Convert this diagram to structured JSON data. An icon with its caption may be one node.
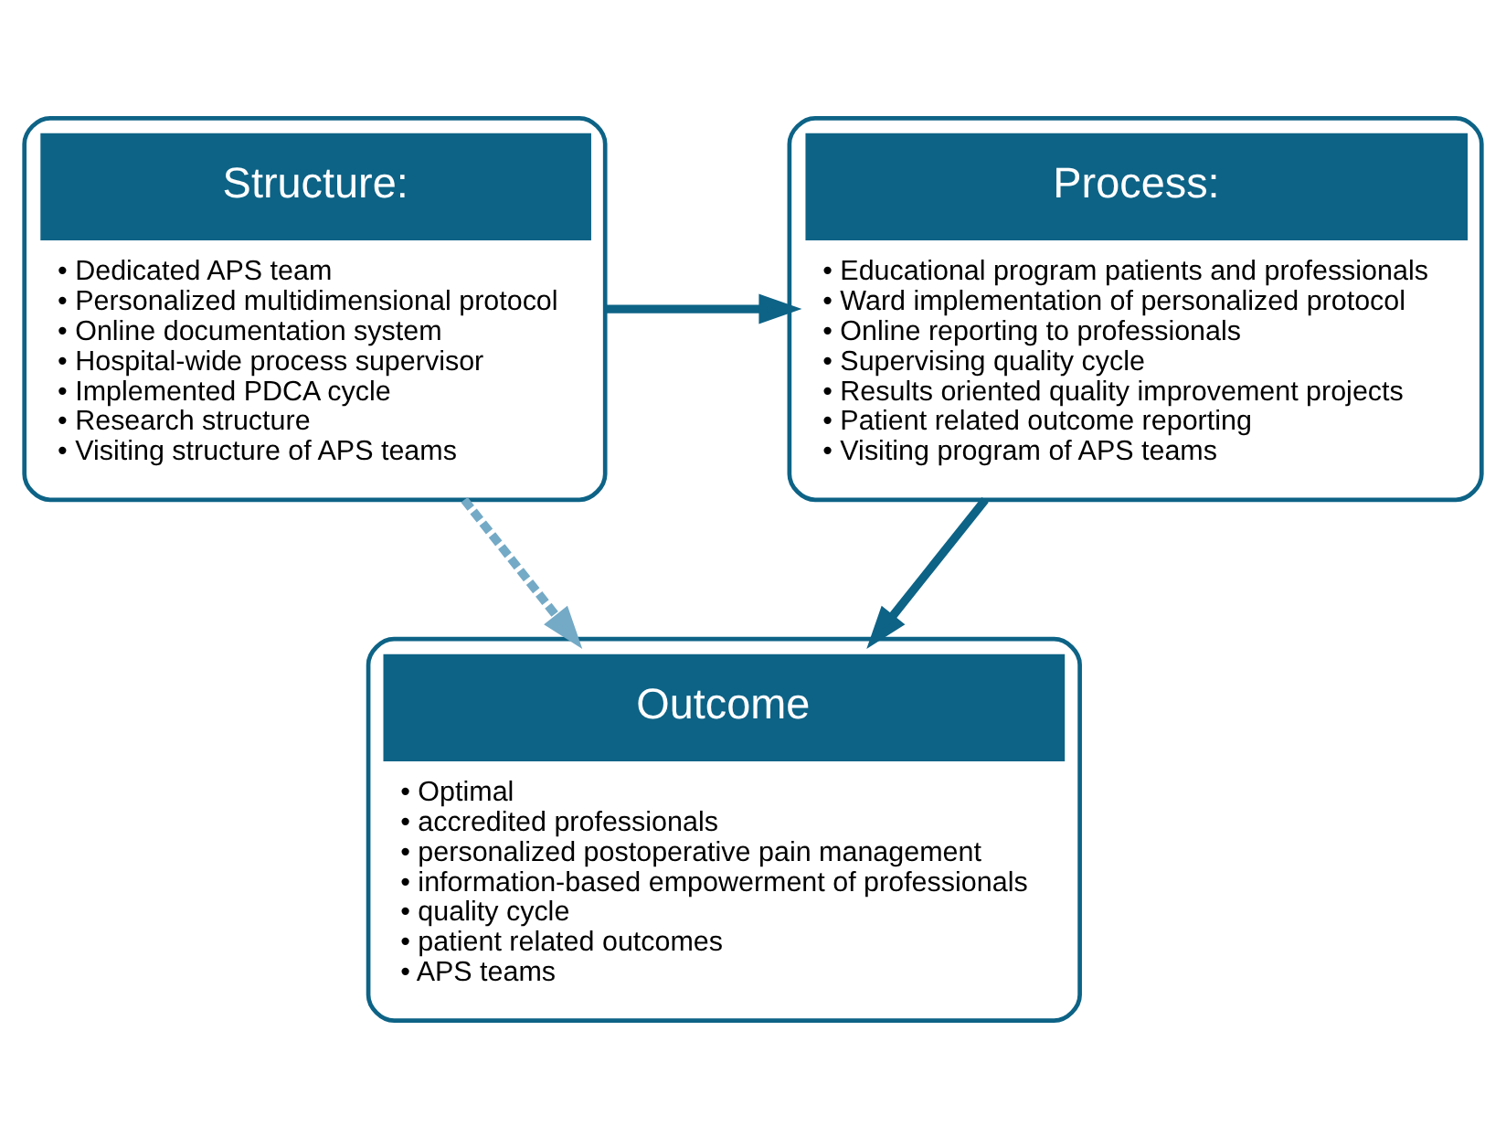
{
  "diagram": {
    "nodes": [
      {
        "text": [
          "Structure:",
          "• Dedicated APS team",
          "• Personalized multidimensional protocol",
          "• Online documentation system",
          "• Hospital-wide process supervisor",
          "• Implemented PDCA cycle",
          "• Research structure",
          "• Visiting structure of APS teams"
        ]
      },
      {
        "text": [
          "Process:",
          "• Educational program patients and professionals",
          "• Ward implementation of personalized protocol",
          "• Online reporting to professionals",
          "• Supervising quality cycle",
          "• Results oriented quality improvement projects",
          "• Patient related outcome reporting",
          "• Visiting program of APS teams"
        ]
      },
      {
        "text": [
          "Outcome",
          "• Optimal",
          "• accredited professionals",
          "• personalized postoperative pain management",
          "• information-based empowerment of professionals",
          "• quality cycle",
          "• patient related outcomes",
          "• APS teams"
        ]
      }
    ],
    "edges": [
      {
        "from": 0,
        "to": 1,
        "arrow": "to"
      },
      {
        "from": 0,
        "to": 2,
        "arrow": "to",
        "style": "dashed",
        "color": "#74aac6"
      },
      {
        "from": 1,
        "to": 2,
        "arrow": "to"
      }
    ]
  }
}
